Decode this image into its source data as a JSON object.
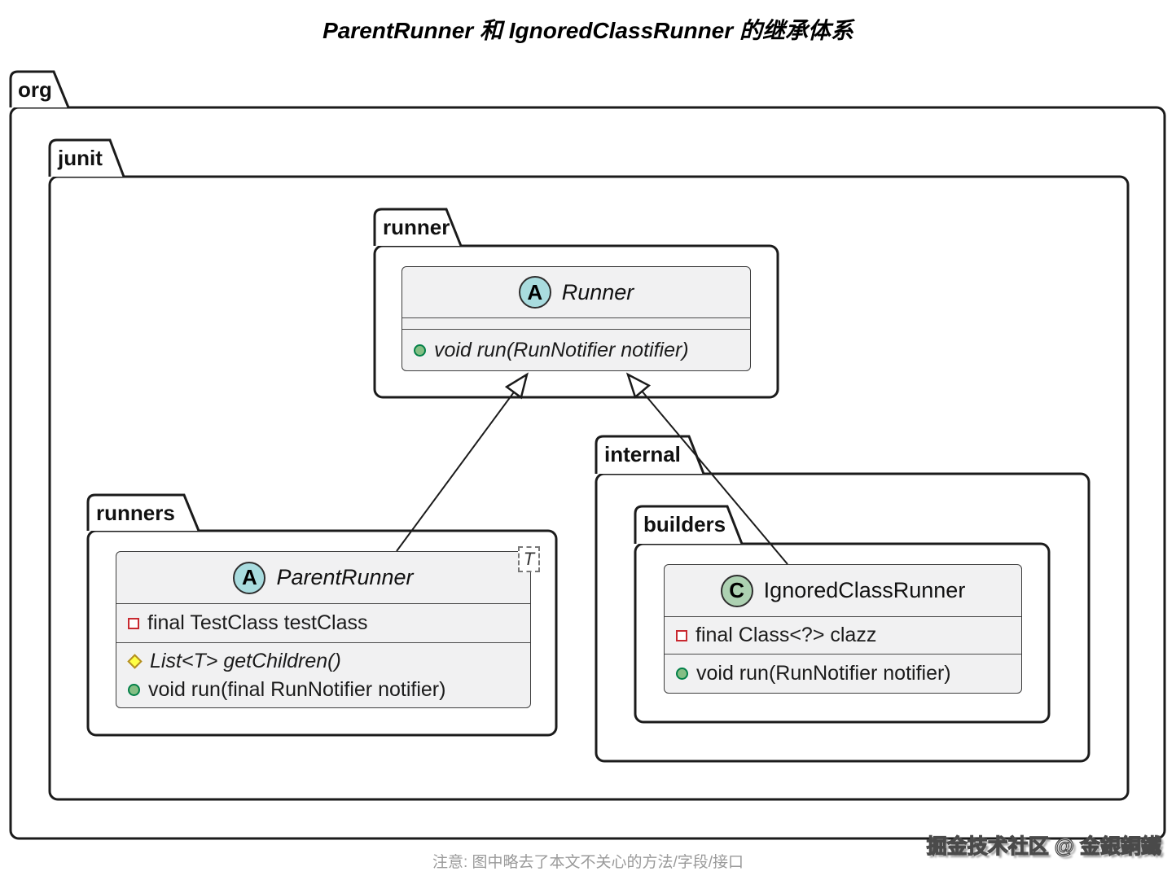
{
  "title": "ParentRunner 和 IgnoredClassRunner 的继承体系",
  "packages": {
    "org": "org",
    "junit": "junit",
    "runner": "runner",
    "runners": "runners",
    "internal": "internal",
    "builders": "builders"
  },
  "classes": {
    "runner": {
      "badge": "A",
      "name": "Runner",
      "methods": [
        {
          "text": "void run(RunNotifier notifier)"
        }
      ]
    },
    "parentRunner": {
      "badge": "A",
      "name": "ParentRunner",
      "generic": "T",
      "fields": [
        {
          "text": "final TestClass testClass"
        }
      ],
      "methods": [
        {
          "text": "List<T> getChildren()"
        },
        {
          "text": "void run(final RunNotifier notifier)"
        }
      ]
    },
    "ignoredClassRunner": {
      "badge": "C",
      "name": "IgnoredClassRunner",
      "fields": [
        {
          "text": "final Class<?> clazz"
        }
      ],
      "methods": [
        {
          "text": "void run(RunNotifier notifier)"
        }
      ]
    }
  },
  "footnote": "注意: 图中略去了本文不关心的方法/字段/接口",
  "watermark": "掘金技术社区 @ 金銀銅鐵",
  "colors": {
    "abstract_badge": "#A9DCDF",
    "class_badge": "#ADD1B2",
    "private_field_border": "#C82930",
    "public_method_fill": "#84BE84",
    "public_method_border": "#038048",
    "protected_method_fill": "#FFFF44",
    "protected_method_border": "#B38D22",
    "class_bg": "#F1F1F2",
    "outline": "#1b1b1b"
  }
}
